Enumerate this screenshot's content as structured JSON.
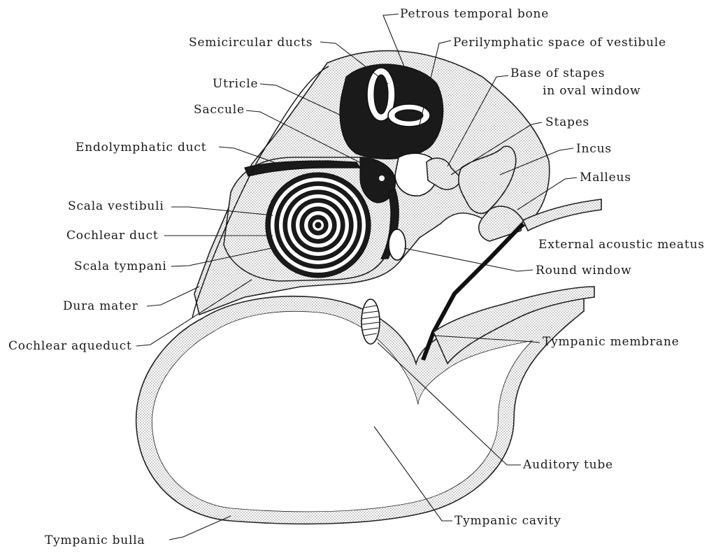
{
  "labels": {
    "petrous_temporal_bone": "Petrous temporal bone",
    "semicircular_ducts": "Semicircular ducts",
    "perilymphatic_space": "Perilymphatic space of vestibule",
    "utricle": "Utricle",
    "base_of_stapes_1": "Base of stapes",
    "base_of_stapes_2": "in oval window",
    "saccule": "Saccule",
    "stapes": "Stapes",
    "endolymphatic_duct": "Endolymphatic duct",
    "incus": "Incus",
    "malleus": "Malleus",
    "scala_vestibuli": "Scala vestibuli",
    "cochlear_duct": "Cochlear duct",
    "external_acoustic_meatus": "External acoustic meatus",
    "scala_tympani": "Scala tympani",
    "round_window": "Round window",
    "dura_mater": "Dura mater",
    "cochlear_aqueduct": "Cochlear aqueduct",
    "tympanic_membrane": "Tympanic membrane",
    "auditory_tube": "Auditory tube",
    "tympanic_cavity": "Tympanic cavity",
    "tympanic_bulla": "Tympanic bulla"
  },
  "colors": {
    "ink": "#1a1a1a",
    "paper": "#ffffff",
    "stipple": "#8a8a8a"
  }
}
